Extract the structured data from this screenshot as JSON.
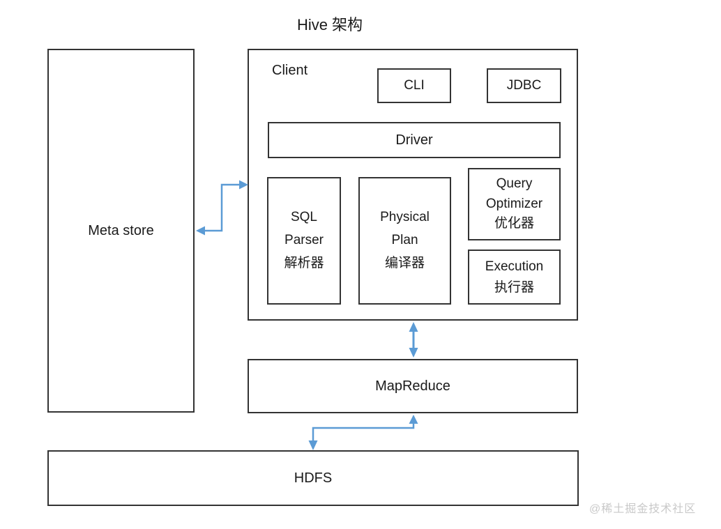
{
  "title": "Hive 架构",
  "colors": {
    "arrow": "#5B9BD5",
    "box_border": "#333333",
    "text": "#1a1a1a",
    "watermark": "#c9c9c9"
  },
  "metastore": {
    "label": "Meta store"
  },
  "client": {
    "label": "Client",
    "cli_label": "CLI",
    "jdbc_label": "JDBC",
    "driver_label": "Driver",
    "sql_parser": {
      "lines": [
        "SQL",
        "Parser",
        "解析器"
      ]
    },
    "physical_plan": {
      "lines": [
        "Physical",
        "Plan",
        "编译器"
      ]
    },
    "query_optimizer": {
      "lines": [
        "Query",
        "Optimizer",
        "优化器"
      ]
    },
    "execution": {
      "lines": [
        "Execution",
        "执行器"
      ]
    }
  },
  "mapreduce": {
    "label": "MapReduce"
  },
  "hdfs": {
    "label": "HDFS"
  },
  "watermark": "@稀土掘金技术社区",
  "arrows": {
    "metastore_client": "bidirectional-elbow",
    "client_mapreduce": "bidirectional-vertical",
    "mapreduce_hdfs": "bidirectional-elbow"
  }
}
